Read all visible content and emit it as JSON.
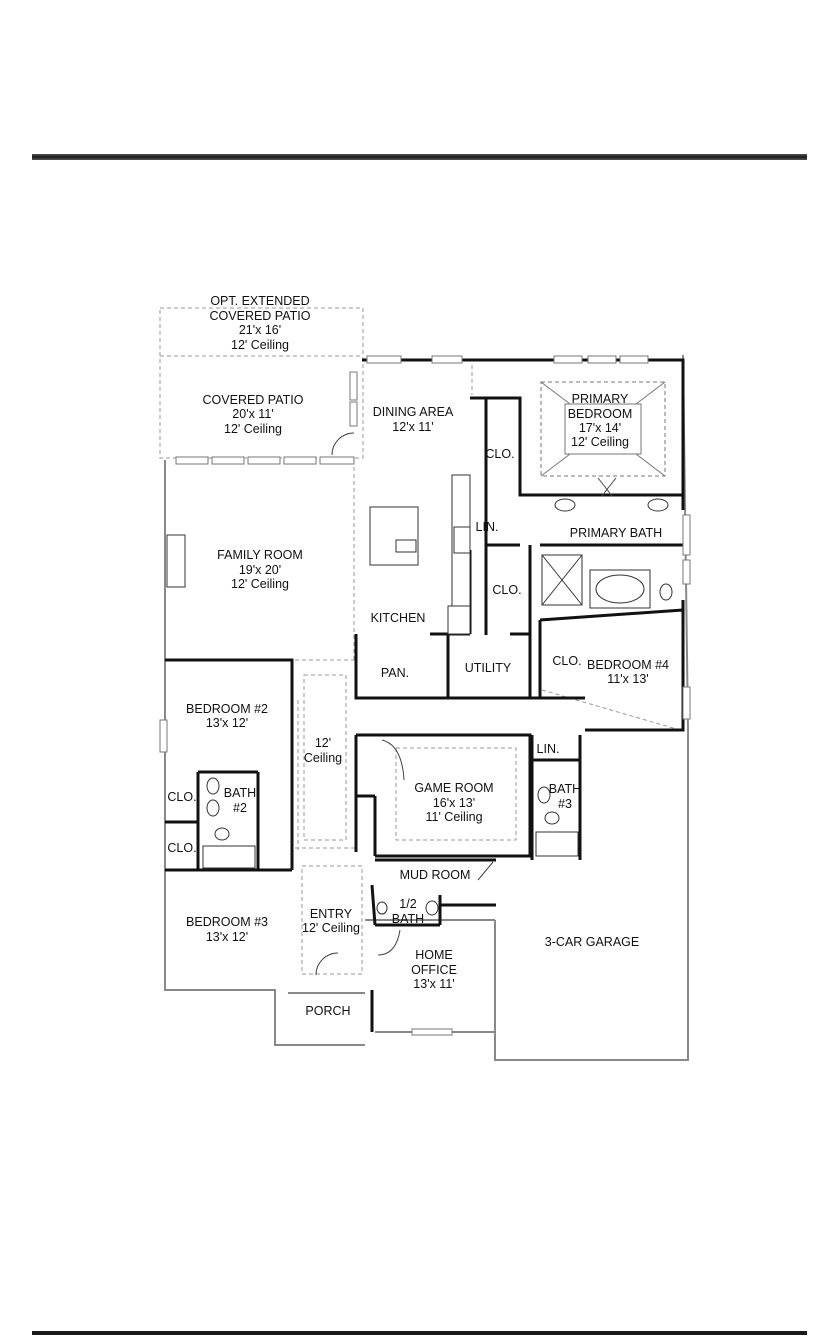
{
  "rooms": {
    "opt_patio": [
      "OPT. EXTENDED",
      "COVERED PATIO",
      "21'x 16'",
      "12' Ceiling"
    ],
    "covered_patio": [
      "COVERED PATIO",
      "20'x 11'",
      "12' Ceiling"
    ],
    "dining": [
      "DINING AREA",
      "12'x 11'"
    ],
    "primary_bedroom": [
      "PRIMARY",
      "BEDROOM",
      "17'x 14'",
      "12' Ceiling"
    ],
    "clo_primary": "CLO.",
    "lin_1": "LIN.",
    "primary_bath": "PRIMARY BATH",
    "family_room": [
      "FAMILY ROOM",
      "19'x 20'",
      "12' Ceiling"
    ],
    "clo_utility": "CLO.",
    "kitchen": "KITCHEN",
    "pantry": "PAN.",
    "utility": "UTILITY",
    "clo_bed4": "CLO.",
    "bedroom4": [
      "BEDROOM #4",
      "11'x 13'"
    ],
    "bedroom2": [
      "BEDROOM #2",
      "13'x 12'"
    ],
    "hall_ceiling": [
      "12'",
      "Ceiling"
    ],
    "lin_2": "LIN.",
    "game_room": [
      "GAME ROOM",
      "16'x 13'",
      "11' Ceiling"
    ],
    "bath3": [
      "BATH",
      "#3"
    ],
    "clo_bed2": "CLO.",
    "bath2": [
      "BATH",
      "#2"
    ],
    "clo_bed3": "CLO.",
    "mud_room": "MUD ROOM",
    "half_bath": [
      "1/2",
      "BATH"
    ],
    "entry": [
      "ENTRY",
      "12' Ceiling"
    ],
    "bedroom3": [
      "BEDROOM #3",
      "13'x 12'"
    ],
    "home_office": [
      "HOME",
      "OFFICE",
      "13'x 11'"
    ],
    "garage": "3-CAR GARAGE",
    "porch": "PORCH"
  }
}
